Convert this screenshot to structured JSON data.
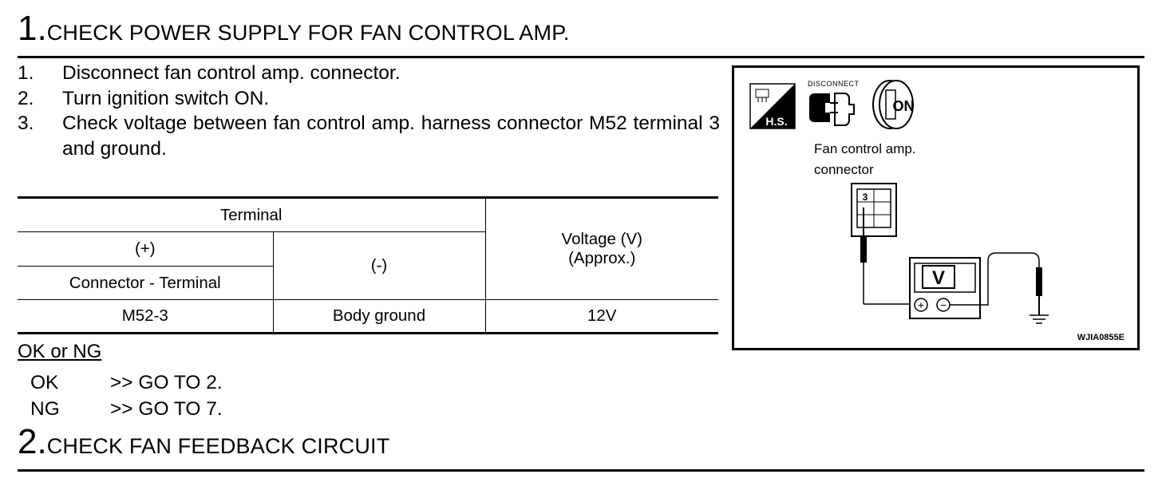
{
  "step1": {
    "number": "1.",
    "title": "CHECK POWER SUPPLY FOR FAN CONTROL AMP."
  },
  "instructions": [
    {
      "n": "1.",
      "text": "Disconnect fan control amp. connector."
    },
    {
      "n": "2.",
      "text": "Turn ignition switch ON."
    },
    {
      "n": "3.",
      "text": "Check voltage between fan control amp. harness connector M52 terminal 3 and ground."
    }
  ],
  "table": {
    "terminal_header": "Terminal",
    "plus_header": "(+)",
    "minus_header": "(-)",
    "voltage_header_line1": "Voltage (V)",
    "voltage_header_line2": "(Approx.)",
    "connector_terminal_header": "Connector - Terminal",
    "row": {
      "plus": "M52-3",
      "minus": "Body ground",
      "voltage": "12V"
    }
  },
  "ok_ng_label": "OK or NG",
  "results": [
    {
      "key": "OK",
      "action": ">> GO TO 2."
    },
    {
      "key": "NG",
      "action": ">> GO TO 7."
    }
  ],
  "step2": {
    "number": "2.",
    "title": "CHECK FAN FEEDBACK CIRCUIT"
  },
  "figure": {
    "hs_label": "H.S.",
    "disconnect_label": "DISCONNECT",
    "on_label": "ON",
    "connector_label_line1": "Fan control amp.",
    "connector_label_line2": "connector",
    "terminal_number": "3",
    "meter_label": "V",
    "plus_symbol": "+",
    "minus_symbol": "−",
    "figure_code": "WJIA0855E"
  }
}
